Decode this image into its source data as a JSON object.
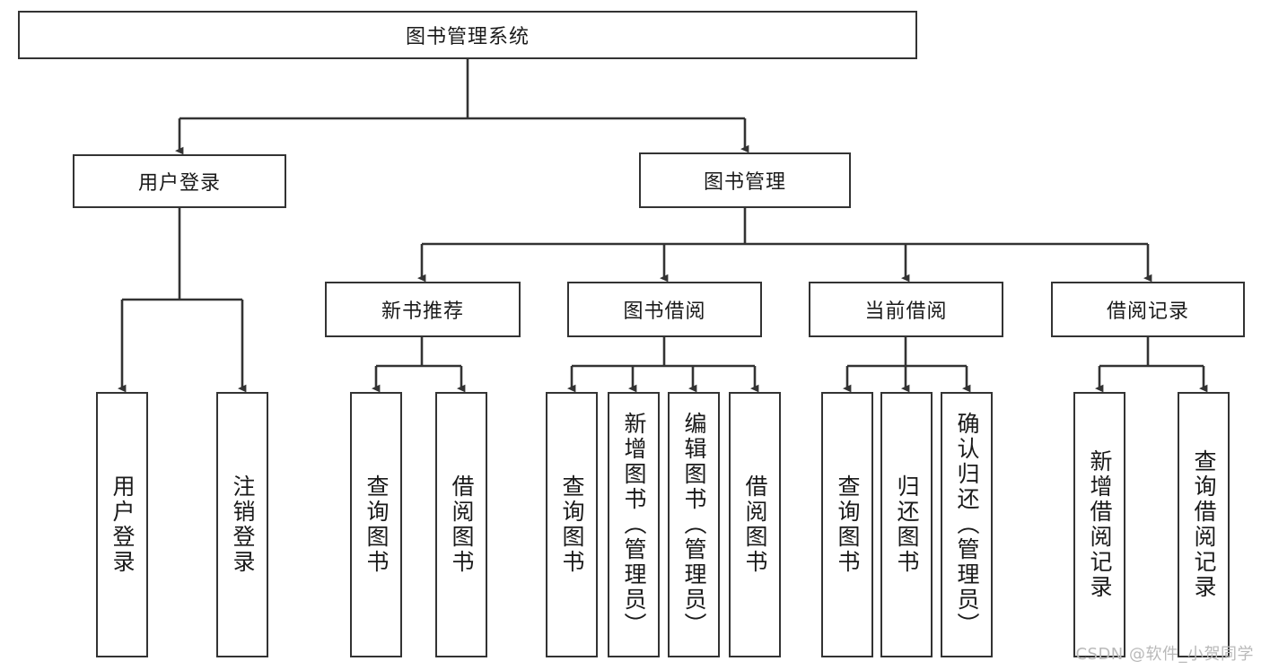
{
  "diagram": {
    "type": "hierarchy-tree",
    "title": "图书管理系统",
    "root": {
      "label": "图书管理系统"
    },
    "level2": [
      {
        "label": "用户登录"
      },
      {
        "label": "图书管理"
      }
    ],
    "level3": [
      {
        "label": "新书推荐"
      },
      {
        "label": "图书借阅"
      },
      {
        "label": "当前借阅"
      },
      {
        "label": "借阅记录"
      }
    ],
    "leaves": {
      "user_login": [
        {
          "label": "用户登录"
        },
        {
          "label": "注销登录"
        }
      ],
      "new_book_recommend": [
        {
          "label": "查询图书"
        },
        {
          "label": "借阅图书"
        }
      ],
      "book_borrow": [
        {
          "label": "查询图书"
        },
        {
          "label": "新增图书（管理员）"
        },
        {
          "label": "编辑图书（管理员）"
        },
        {
          "label": "借阅图书"
        }
      ],
      "current_borrow": [
        {
          "label": "查询图书"
        },
        {
          "label": "归还图书"
        },
        {
          "label": "确认归还（管理员）"
        }
      ],
      "borrow_record": [
        {
          "label": "新增借阅记录"
        },
        {
          "label": "查询借阅记录"
        }
      ]
    }
  },
  "watermark": {
    "text": "CSDN @软件_小贺同学"
  },
  "colors": {
    "stroke": "#333333",
    "background": "#ffffff",
    "text": "#1a1a1a",
    "watermark": "#b9b9b9"
  }
}
